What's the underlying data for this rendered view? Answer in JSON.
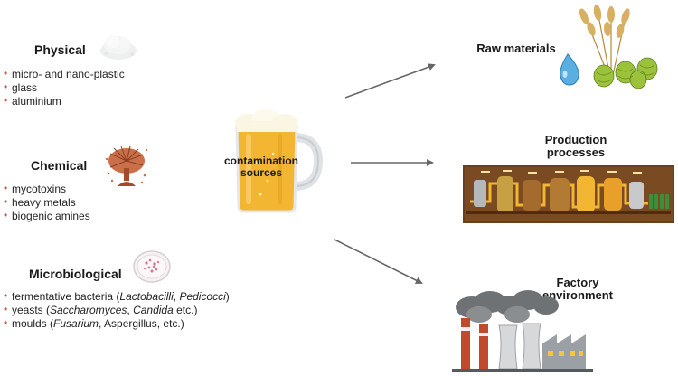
{
  "categories": [
    {
      "id": "physical",
      "title": "Physical",
      "items": [
        {
          "parts": [
            {
              "text": "micro- and nano-plastic",
              "italic": false
            }
          ]
        },
        {
          "parts": [
            {
              "text": "glass",
              "italic": false
            }
          ]
        },
        {
          "parts": [
            {
              "text": "aluminium",
              "italic": false
            }
          ]
        }
      ]
    },
    {
      "id": "chemical",
      "title": "Chemical",
      "items": [
        {
          "parts": [
            {
              "text": "mycotoxins",
              "italic": false
            }
          ]
        },
        {
          "parts": [
            {
              "text": "heavy metals",
              "italic": false
            }
          ]
        },
        {
          "parts": [
            {
              "text": "biogenic amines",
              "italic": false
            }
          ]
        }
      ]
    },
    {
      "id": "microbiological",
      "title": "Microbiological",
      "items": [
        {
          "parts": [
            {
              "text": "fermentative bacteria (",
              "italic": false
            },
            {
              "text": "Lactobacilli",
              "italic": true
            },
            {
              "text": ", ",
              "italic": false
            },
            {
              "text": "Pedicocci",
              "italic": true
            },
            {
              "text": ")",
              "italic": false
            }
          ]
        },
        {
          "parts": [
            {
              "text": "yeasts (",
              "italic": false
            },
            {
              "text": "Saccharomyces",
              "italic": true
            },
            {
              "text": ", ",
              "italic": false
            },
            {
              "text": "Candida",
              "italic": true
            },
            {
              "text": " etc.)",
              "italic": false
            }
          ]
        },
        {
          "parts": [
            {
              "text": "moulds (",
              "italic": false
            },
            {
              "text": "Fusarium",
              "italic": true
            },
            {
              "text": ", Aspergillus, etc.)",
              "italic": false
            }
          ]
        }
      ]
    }
  ],
  "center": {
    "line1": "contamination",
    "line2": "sources"
  },
  "destinations": [
    {
      "id": "raw-materials",
      "line1": "Raw materials",
      "line2": ""
    },
    {
      "id": "production-processes",
      "line1": "Production",
      "line2": "processes"
    },
    {
      "id": "factory-environment",
      "line1": "Factory",
      "line2": "environment"
    }
  ],
  "icons": {
    "physical": "powder-pile-icon",
    "chemical": "mold-spore-icon",
    "microbiological": "petri-dish-icon",
    "center": "beer-mug-icon",
    "raw_materials": "wheat-hops-water-icon",
    "production": "brewery-process-icon",
    "factory": "factory-smoke-icon"
  },
  "colors": {
    "bullet": "#d9534f",
    "arrow": "#666666",
    "beer": "#f2b632",
    "foam": "#fbf6e3"
  }
}
